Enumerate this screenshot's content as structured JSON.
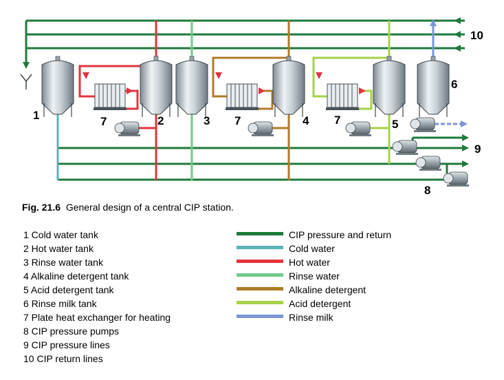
{
  "caption": {
    "fig": "Fig. 21.6",
    "title": "General design of a central CIP station."
  },
  "component_list": [
    "1  Cold water tank",
    "2  Hot water tank",
    "3  Rinse water tank",
    "4  Alkaline detergent tank",
    "5  Acid detergent tank",
    "6  Rinse milk tank",
    "7  Plate heat exchanger for heating",
    "8  CIP pressure pumps",
    "9  CIP pressure lines",
    "10 CIP return lines"
  ],
  "legend": [
    {
      "label": "CIP pressure and return",
      "color": "#1f7a3a"
    },
    {
      "label": "Cold water",
      "color": "#5bb3b5"
    },
    {
      "label": "Hot water",
      "color": "#e0353e"
    },
    {
      "label": "Rinse water",
      "color": "#72c98a"
    },
    {
      "label": "Alkaline detergent",
      "color": "#b07a2a"
    },
    {
      "label": "Acid detergent",
      "color": "#a6d24a"
    },
    {
      "label": "Rinse milk",
      "color": "#7a96d8"
    }
  ],
  "diagram_labels": {
    "n1": "1",
    "n2": "2",
    "n3": "3",
    "n4": "4",
    "n5": "5",
    "n6": "6",
    "n7a": "7",
    "n7b": "7",
    "n7c": "7",
    "n8": "8",
    "n9": "9",
    "n10": "10"
  }
}
